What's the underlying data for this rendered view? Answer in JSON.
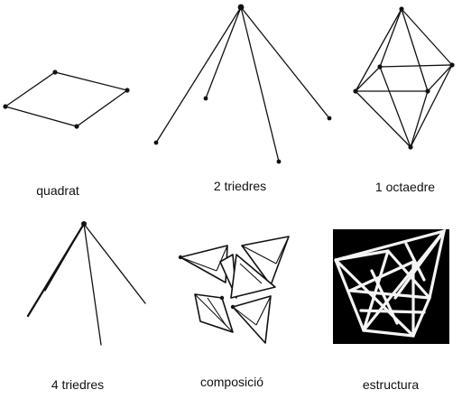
{
  "figures": [
    {
      "id": "quadrat",
      "caption": "quadrat"
    },
    {
      "id": "triedres-2",
      "caption": "2 triedres"
    },
    {
      "id": "octaedre",
      "caption": "1 octaedre"
    },
    {
      "id": "triedres-4",
      "caption": "4 triedres"
    },
    {
      "id": "composicio",
      "caption": "composició"
    },
    {
      "id": "estructura",
      "caption": "estructura"
    }
  ],
  "colors": {
    "ink": "#111111",
    "background": "#ffffff",
    "photo_background": "#000000",
    "photo_struts": "#f4f4f4"
  }
}
